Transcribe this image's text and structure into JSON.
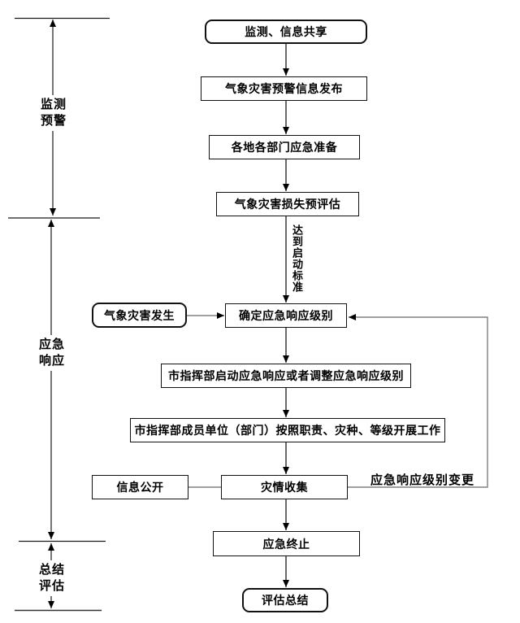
{
  "diagram": {
    "type": "flowchart",
    "language": "zh-CN",
    "phases": {
      "monitoring": {
        "line1": "监测",
        "line2": "预警"
      },
      "response": {
        "line1": "应急",
        "line2": "响应"
      },
      "summary": {
        "line1": "总结",
        "line2": "评估"
      }
    },
    "nodes": {
      "monitor_share": {
        "label": "监测、信息共享",
        "shape": "rounded"
      },
      "warning_release": {
        "label": "气象灾害预警信息发布",
        "shape": "rect"
      },
      "dept_preparation": {
        "label": "各地各部门应急准备",
        "shape": "rect"
      },
      "loss_preassessment": {
        "label": "气象灾害损失预评估",
        "shape": "rect"
      },
      "disaster_occurs": {
        "label": "气象灾害发生",
        "shape": "rounded"
      },
      "determine_level": {
        "label": "确定应急响应级别",
        "shape": "rect"
      },
      "start_response": {
        "label": "市指挥部启动应急响应或者调整应急响应级别",
        "shape": "rect"
      },
      "members_work": {
        "label": "市指挥部成员单位（部门）按照职责、灾种、等级开展工作",
        "shape": "rect"
      },
      "info_disclosure": {
        "label": "信息公开",
        "shape": "rect"
      },
      "disaster_collection": {
        "label": "灾情收集",
        "shape": "rect"
      },
      "response_end": {
        "label": "应急终止",
        "shape": "rect"
      },
      "evaluation_summary": {
        "label": "评估总结",
        "shape": "rounded"
      }
    },
    "edge_labels": {
      "reach_start_threshold": "达到启动标准",
      "response_level_change": "应急响应级别变更"
    },
    "colors": {
      "box_border": "#111111",
      "box_fill": "#ffffff",
      "main_connector": "#1a1a1a",
      "side_connector": "#808080",
      "text": "#000000"
    }
  }
}
